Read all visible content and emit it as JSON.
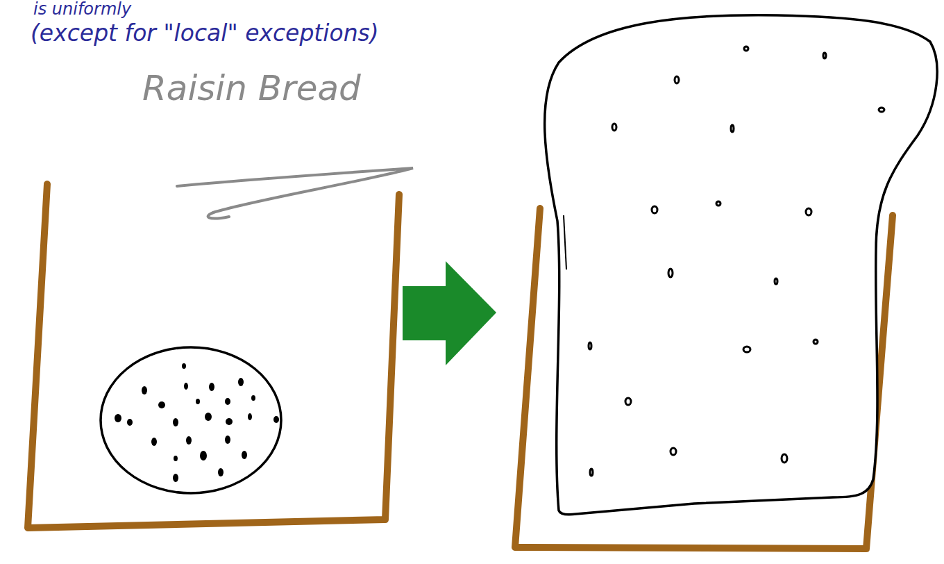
{
  "diagram": {
    "labels": [
      "is uniformly",
      "(except for \"local\" exceptions)",
      "Raisin Bread"
    ]
  }
}
